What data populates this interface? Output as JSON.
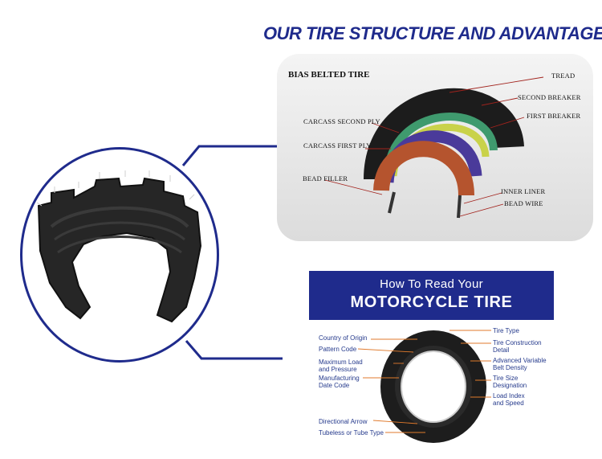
{
  "title": "OUR TIRE STRUCTURE AND ADVANTAGES",
  "bias": {
    "title": "BIAS BELTED TIRE",
    "labels": {
      "tread": "TREAD",
      "second_breaker": "SECOND BREAKER",
      "first_breaker": "FIRST BREAKER",
      "carcass_second_ply": "CARCASS SECOND PLY",
      "carcass_first_ply": "CARCASS FIRST PLY",
      "bead_filler": "BEAD FILLER",
      "inner_liner": "INNER LINER",
      "bead_wire": "BEAD WIRE"
    }
  },
  "read": {
    "subtitle": "How To Read Your",
    "title": "MOTORCYCLE TIRE",
    "left": {
      "country": "Country of Origin",
      "pattern": "Pattern Code",
      "max_load_1": "Maximum Load",
      "max_load_2": "and Pressure",
      "mfg_1": "Manufacturing",
      "mfg_2": "Date Code",
      "direction": "Directional Arrow",
      "tubeless": "Tubeless or Tube Type"
    },
    "right": {
      "tire_type": "Tire Type",
      "construction_1": "Tire Construction",
      "construction_2": "Detail",
      "variable_1": "Advanced Variable",
      "variable_2": "Belt Density",
      "size_1": "Tire Size",
      "size_2": "Designation",
      "load_1": "Load Index",
      "load_2": "and Speed"
    }
  },
  "colors": {
    "brand_blue": "#1f2b8c",
    "label_blue": "#253a8c",
    "tread": "#202020",
    "second_breaker": "#3f9a6e",
    "first_breaker": "#c9d24a",
    "carcass_second_ply": "#4a3a9a",
    "carcass_first_ply": "#b5542e"
  }
}
